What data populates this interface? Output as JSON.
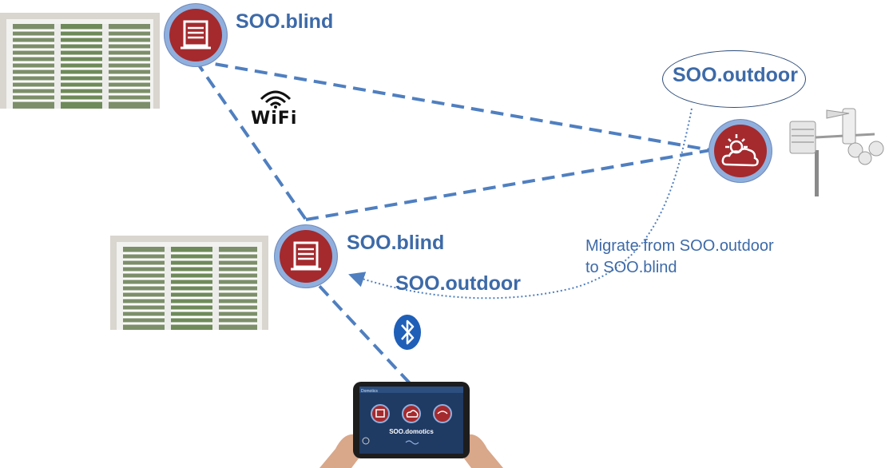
{
  "labels": {
    "blind_top": "SOO.blind",
    "blind_bottom": "SOO.blind",
    "outdoor_node": "SOO.outdoor",
    "outdoor_migrated": "SOO.outdoor",
    "migrate_line1": "Migrate from SOO.outdoor",
    "migrate_line2": "to SOO.blind"
  },
  "wifi": {
    "text": "WiFi",
    "icon": "wifi-icon"
  },
  "bluetooth": {
    "icon": "bluetooth-icon"
  },
  "tablet": {
    "app_title": "SOO.domotics",
    "header_text": "Domotics",
    "icons": [
      "blind-icon",
      "weather-icon",
      "wifi-icon"
    ]
  },
  "colors": {
    "label_blue": "#3d6aa8",
    "node_red": "#a42a2e",
    "node_ring": "#8fb0de",
    "dash_line": "#4f7fc0"
  }
}
